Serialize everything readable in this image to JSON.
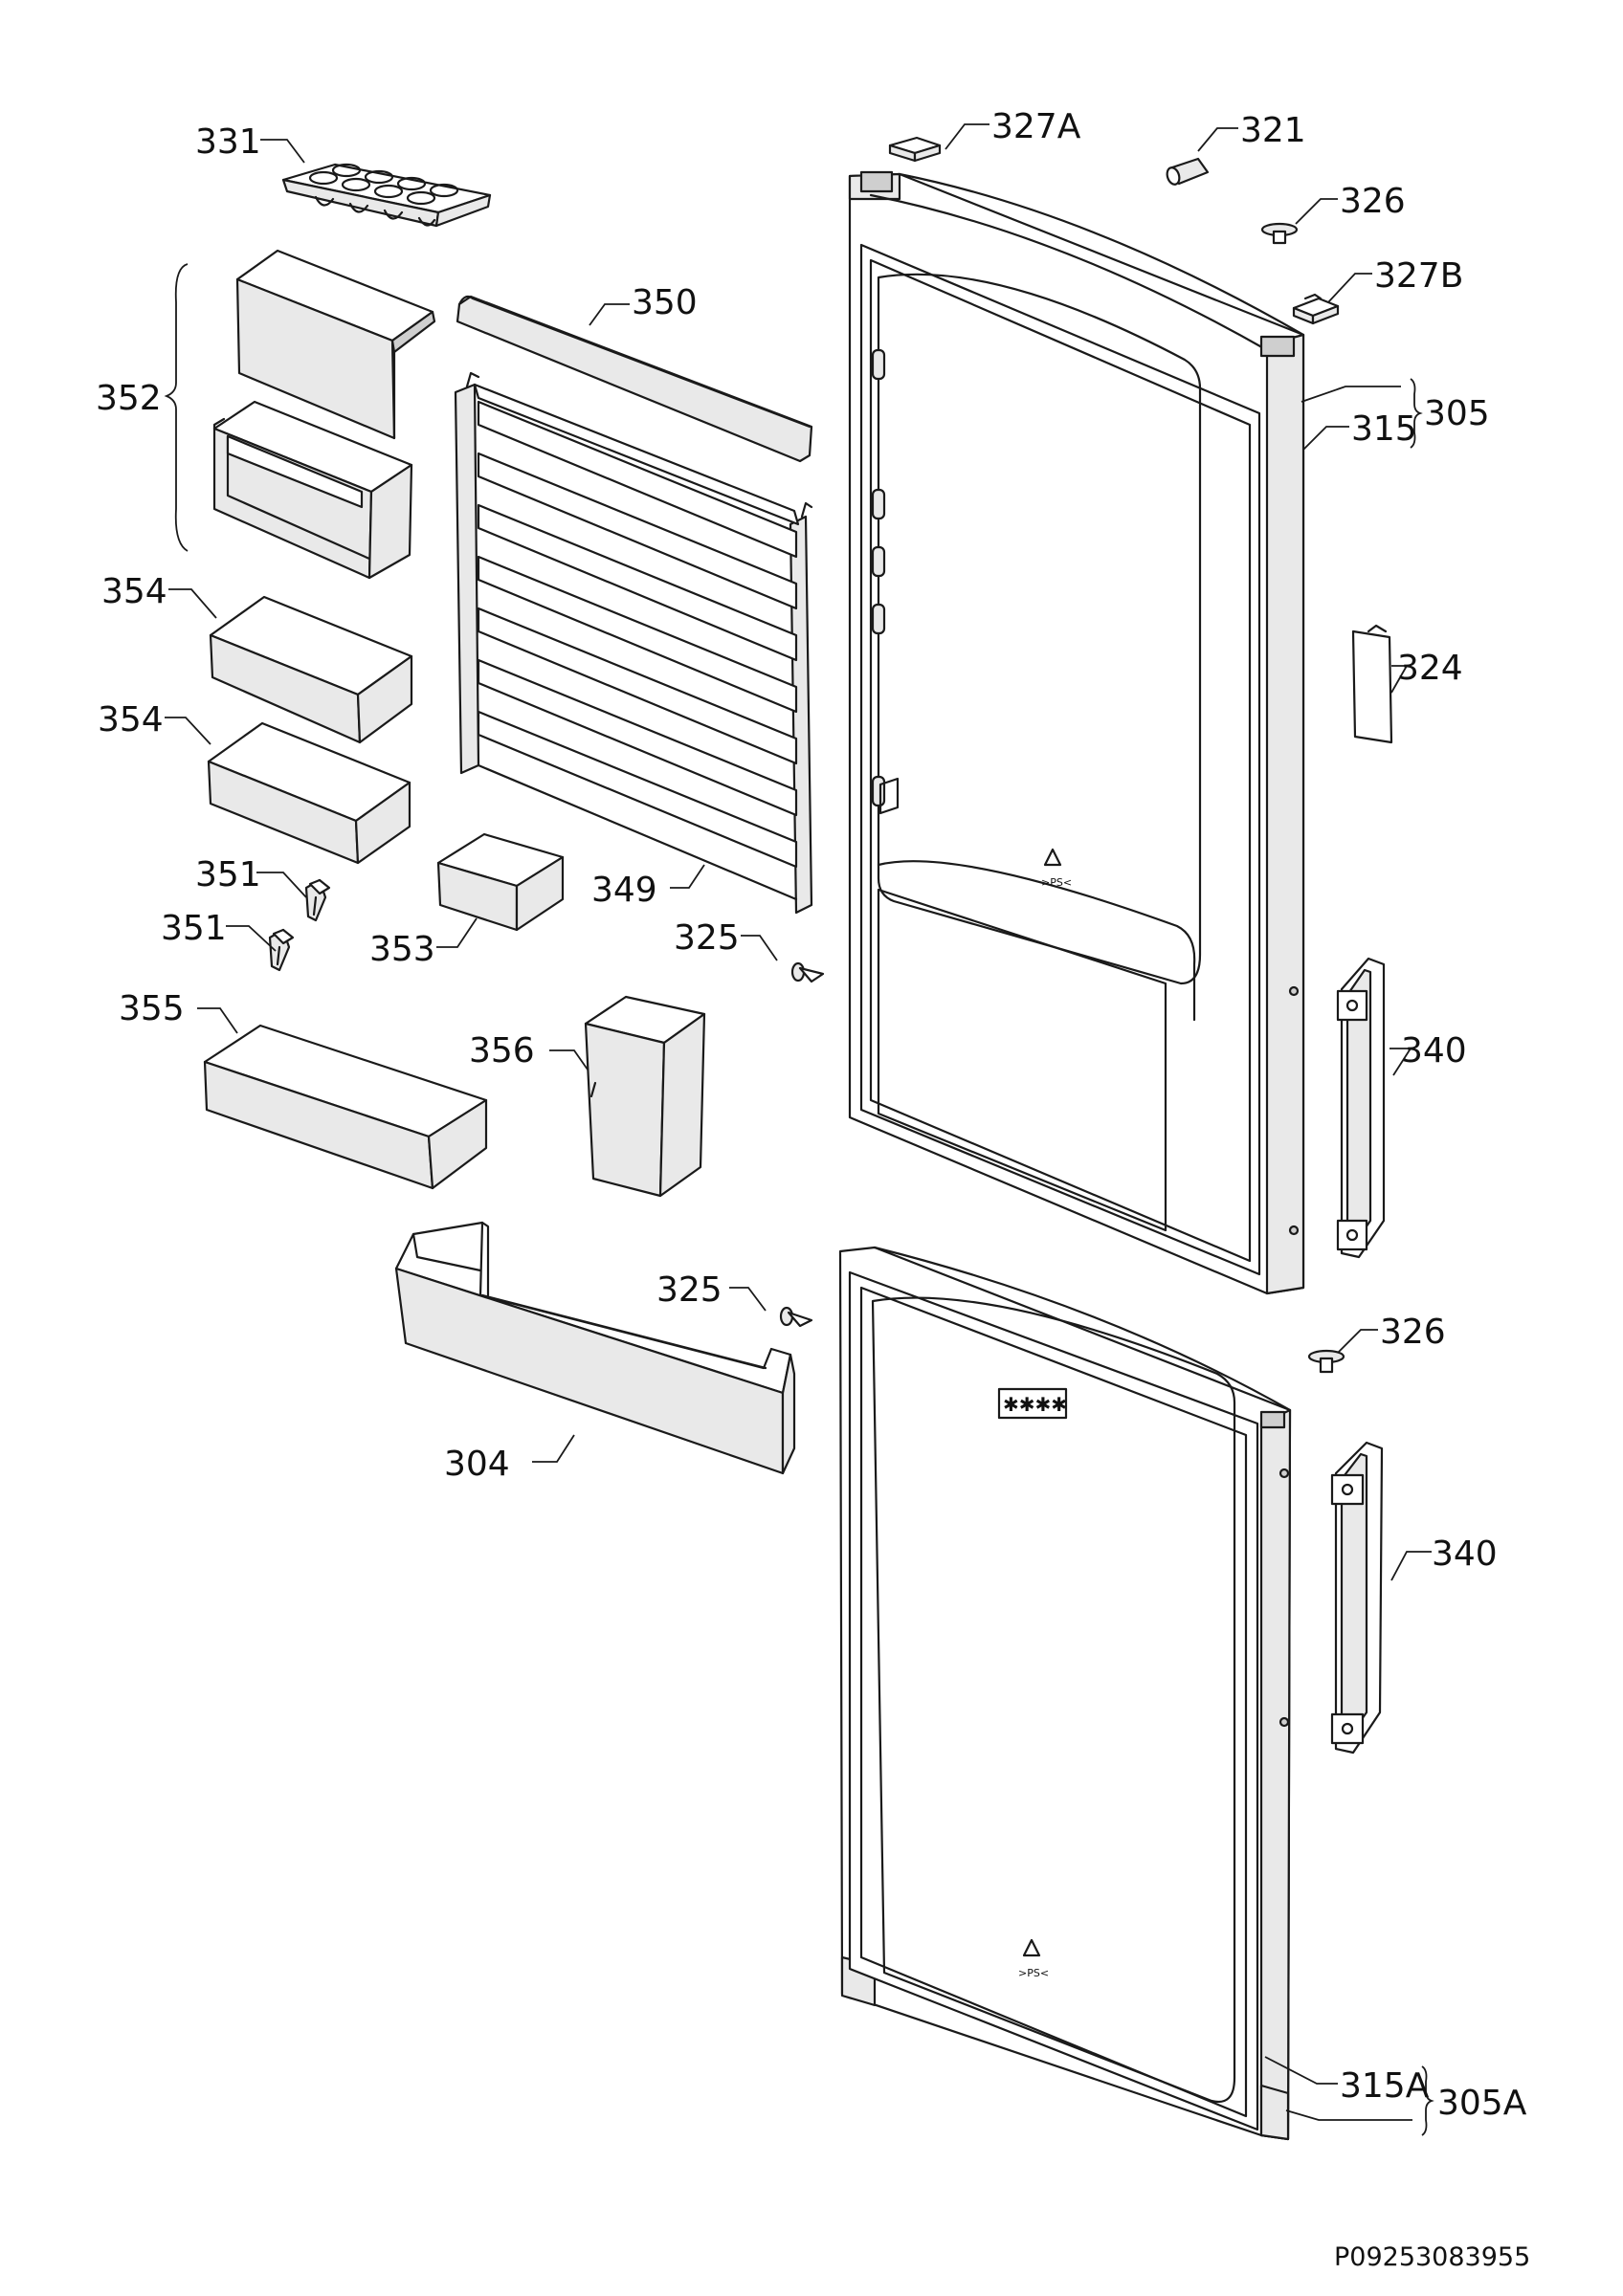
{
  "labels": {
    "p331": "331",
    "p327A": "327A",
    "p321": "321",
    "p326_top": "326",
    "p327B": "327B",
    "p350": "350",
    "p352": "352",
    "p305": "305",
    "p315": "315",
    "p354_a": "354",
    "p354_b": "354",
    "p324": "324",
    "p351_a": "351",
    "p351_b": "351",
    "p353": "353",
    "p349": "349",
    "p325_a": "325",
    "p355": "355",
    "p356": "356",
    "p340_a": "340",
    "p325_b": "325",
    "p326_bottom": "326",
    "p304": "304",
    "p340_b": "340",
    "p315A": "315A",
    "p305A": "305A"
  },
  "drawing_code": "P09253083955"
}
